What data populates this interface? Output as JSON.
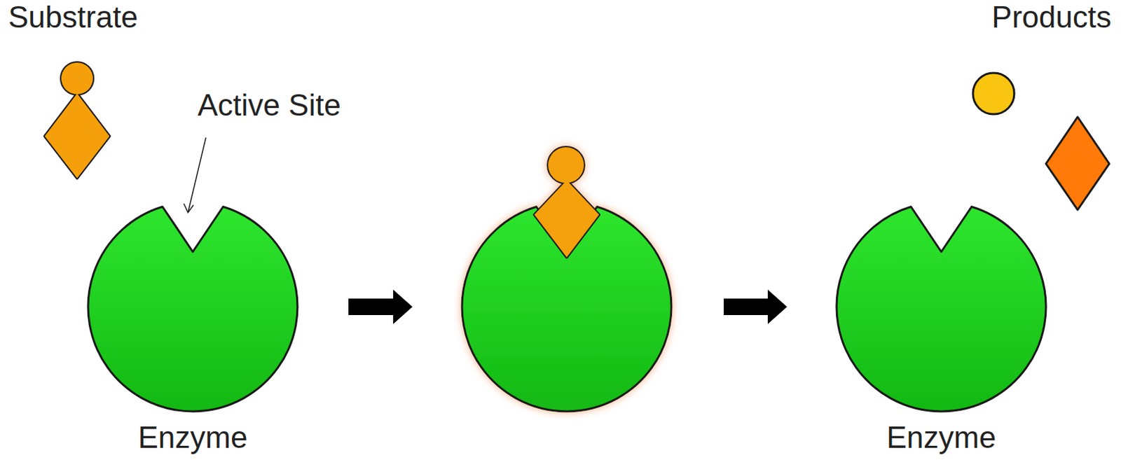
{
  "diagram": {
    "nodes": [
      {
        "text": [
          "Substrate"
        ]
      },
      {
        "text": [
          "Enzyme"
        ]
      },
      {
        "text": [
          "Enzyme"
        ]
      }
    ],
    "labels": [
      "Active Site",
      "Products"
    ]
  }
}
